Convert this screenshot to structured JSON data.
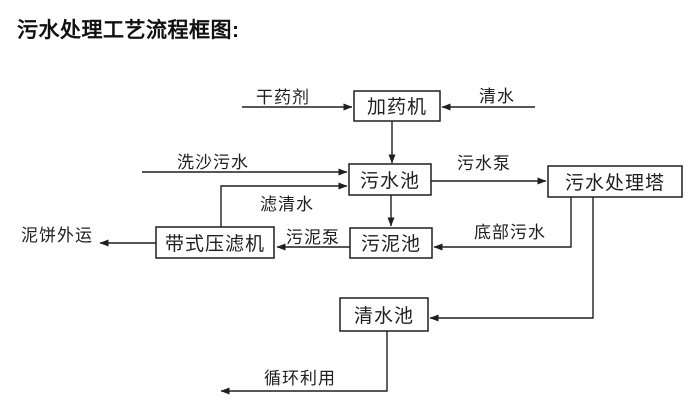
{
  "title": "污水处理工艺流程框图:",
  "colors": {
    "ink": "#1f1f1f",
    "background": "#ffffff"
  },
  "boxes": {
    "dosing_machine": "加药机",
    "sewage_pool": "污水池",
    "sewage_treatment_tower": "污水处理塔",
    "sludge_pool": "污泥池",
    "belt_filter_press": "带式压滤机",
    "clean_water_pool": "清水池"
  },
  "flow_labels": {
    "dry_chemical": "干药剂",
    "clean_water": "清水",
    "sand_washing_sewage": "洗沙污水",
    "sewage_pump": "污水泵",
    "filtered_water": "滤清水",
    "sludge_pump": "污泥泵",
    "bottom_sewage": "底部污水",
    "mud_cake_transport": "泥饼外运",
    "recycling": "循环利用"
  }
}
